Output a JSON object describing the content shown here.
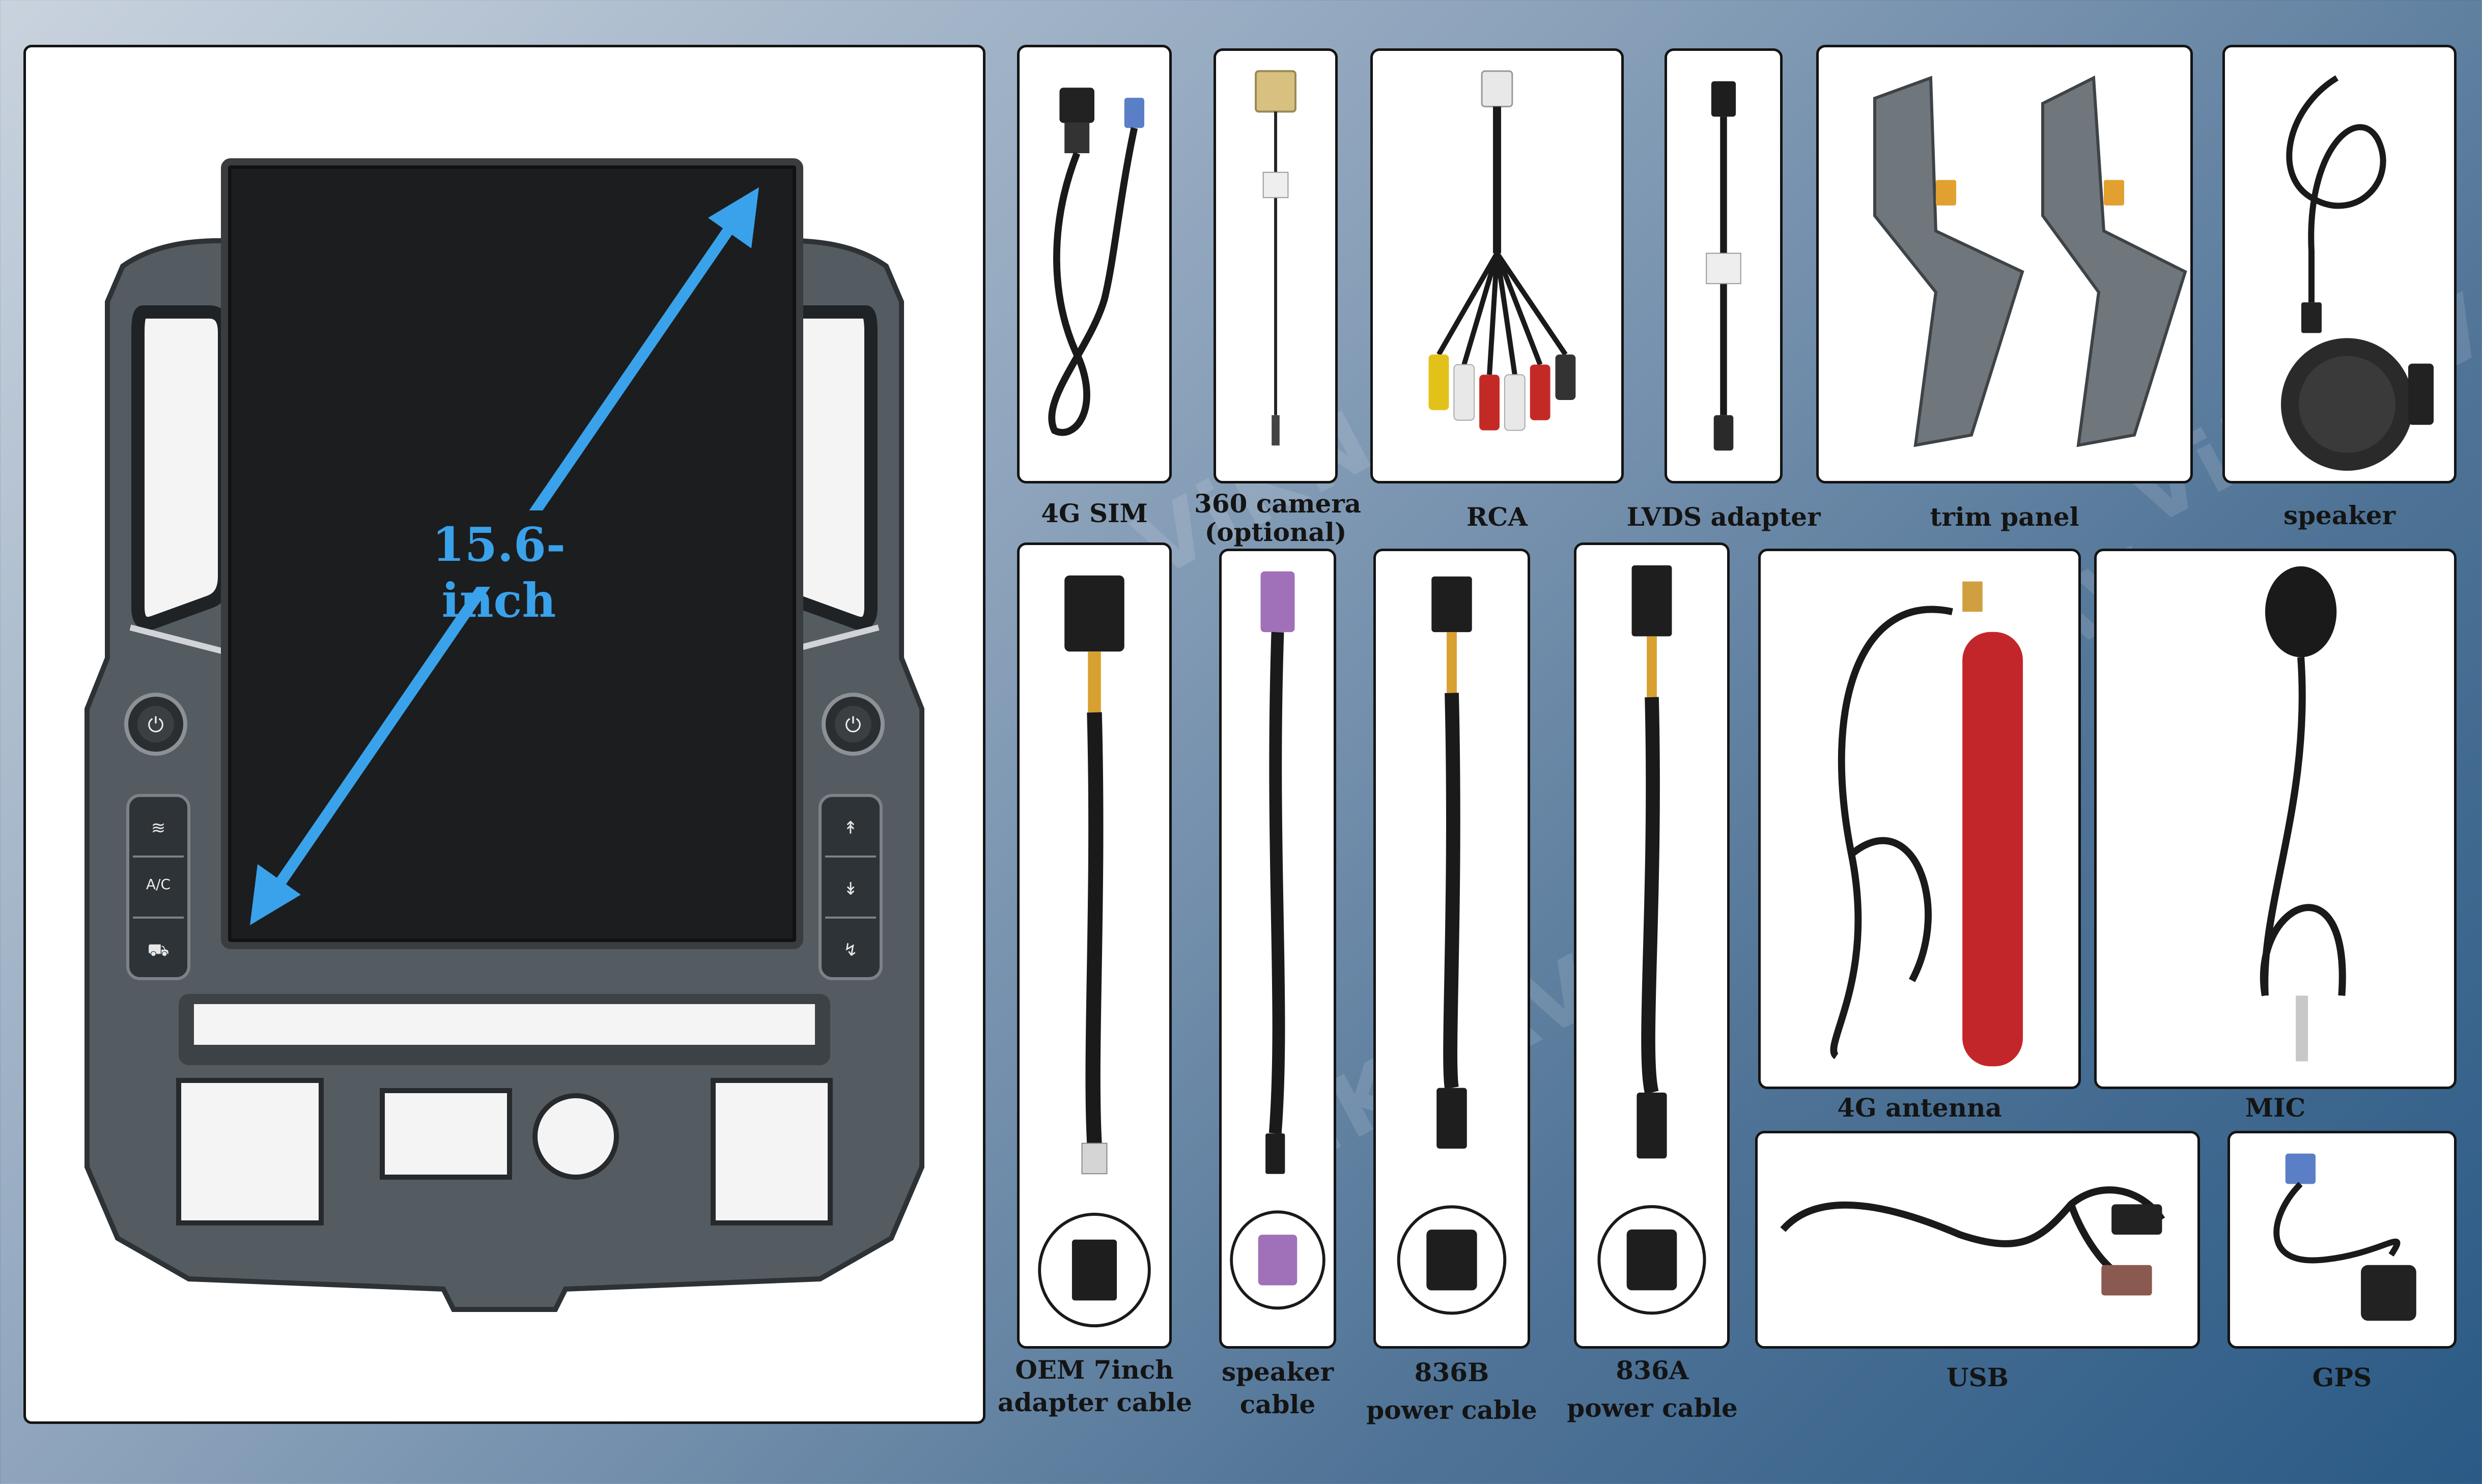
{
  "brand": {
    "watermark": "ViKNAV"
  },
  "main_unit": {
    "screen_size": "15.6-inch",
    "ac_label": "A/C",
    "accent_color": "#3aa2ea"
  },
  "accessories": [
    {
      "id": "4g-sim",
      "lines": [
        "4G SIM"
      ]
    },
    {
      "id": "360-camera",
      "lines": [
        "360 camera",
        "(optional)"
      ]
    },
    {
      "id": "rca",
      "lines": [
        "RCA"
      ]
    },
    {
      "id": "lvds-adapter",
      "lines": [
        "LVDS adapter"
      ]
    },
    {
      "id": "trim-panel",
      "lines": [
        "trim panel"
      ]
    },
    {
      "id": "speaker",
      "lines": [
        "speaker"
      ]
    },
    {
      "id": "oem-adapter-cable",
      "lines": [
        "OEM 7inch",
        "adapter cable"
      ]
    },
    {
      "id": "speaker-cable",
      "lines": [
        "speaker",
        "cable"
      ]
    },
    {
      "id": "836b-power-cable",
      "lines": [
        "836B",
        "power cable"
      ]
    },
    {
      "id": "836a-power-cable",
      "lines": [
        "836A",
        "power cable"
      ]
    },
    {
      "id": "4g-antenna",
      "lines": [
        "4G antenna"
      ]
    },
    {
      "id": "mic",
      "lines": [
        "MIC"
      ]
    },
    {
      "id": "usb",
      "lines": [
        "USB"
      ]
    },
    {
      "id": "gps",
      "lines": [
        "GPS"
      ]
    }
  ]
}
